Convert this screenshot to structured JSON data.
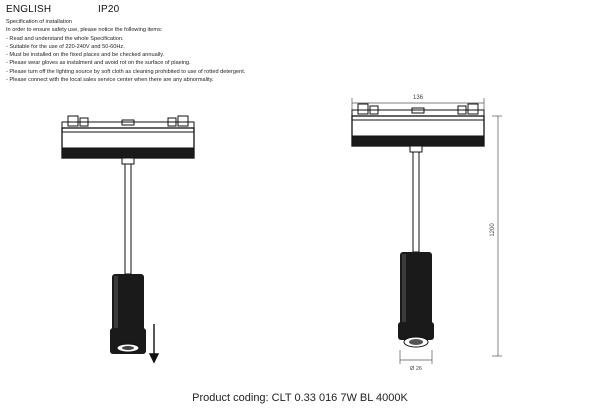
{
  "header": {
    "language": "ENGLISH",
    "ip_rating": "IP20"
  },
  "instructions": {
    "title": "Specification of installation",
    "intro": "In order to ensure safety use, please notice the following items:",
    "items": [
      "- Read and understand the whole Specification.",
      "- Suitable for the use of 220-240V and 50-60Hz.",
      "- Must be installed on the fixed places and be checked annually.",
      "- Please wear gloves as instalment and avoid rot on the surface of plaeing.",
      "- Please turn off the lighting source by soft cloth as cleaning prohibited to use of rotted detergent.",
      "- Please connect with the local sales service center when there are any abnormality."
    ]
  },
  "dimensions": {
    "width": "136",
    "height": "1200",
    "diameter": "Ø 26"
  },
  "footer": {
    "product_coding": "Product coding: CLT 0.33 016 7W BL 4000K"
  }
}
